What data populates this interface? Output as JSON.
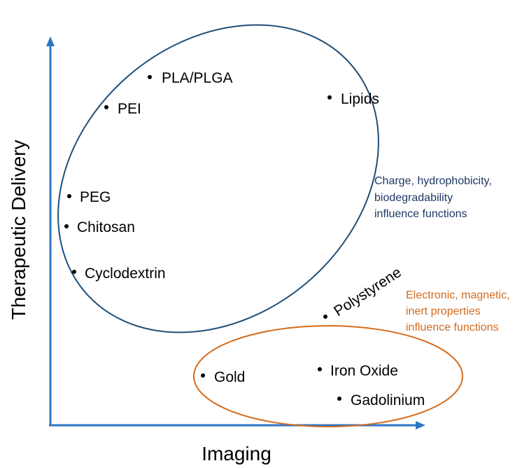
{
  "axes": {
    "x_label": "Imaging",
    "y_label": "Therapeutic Delivery",
    "axis_color": "#2e75c6"
  },
  "groups": {
    "blue": {
      "color": "#1f4e79",
      "annotation_lines": [
        "Charge, hydrophobicity,",
        "biodegradability",
        "influence functions"
      ]
    },
    "orange": {
      "color": "#d46b1e",
      "annotation_lines": [
        "Electronic, magnetic,",
        "inert properties",
        "influence functions"
      ]
    }
  },
  "materials": [
    {
      "name": "PLA/PLGA",
      "group": "blue"
    },
    {
      "name": "PEI",
      "group": "blue"
    },
    {
      "name": "Lipids",
      "group": "blue"
    },
    {
      "name": "PEG",
      "group": "blue"
    },
    {
      "name": "Chitosan",
      "group": "blue"
    },
    {
      "name": "Cyclodextrin",
      "group": "blue"
    },
    {
      "name": "Polystyrene",
      "group": "none"
    },
    {
      "name": "Gold",
      "group": "orange"
    },
    {
      "name": "Iron Oxide",
      "group": "orange"
    },
    {
      "name": "Gadolinium",
      "group": "orange"
    }
  ]
}
